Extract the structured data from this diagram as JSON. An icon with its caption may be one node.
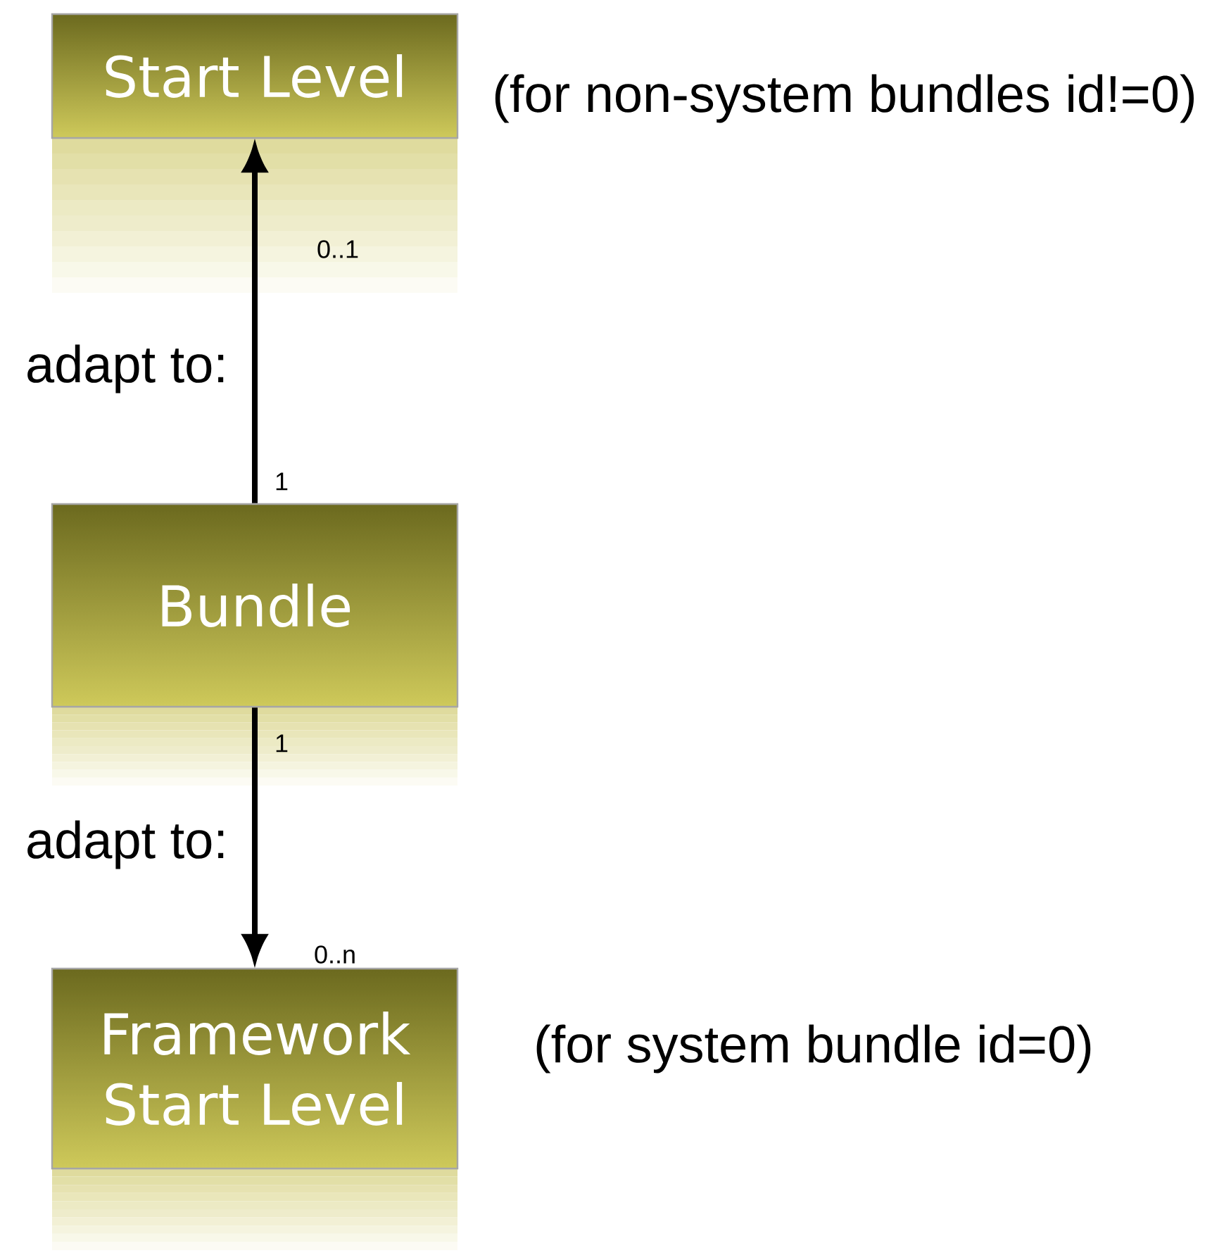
{
  "diagram": {
    "nodes": [
      {
        "text": [
          "Start Level"
        ],
        "beside": [
          "(for non-system bundles id!=0)"
        ]
      },
      {
        "text": [
          "Bundle"
        ]
      },
      {
        "text": [
          "Framework Start Level"
        ],
        "beside": [
          "(for system bundle id=0)"
        ]
      }
    ],
    "edges": [
      {
        "from": 1,
        "to": 0,
        "arrow": "to",
        "label": "adapt to:"
      },
      {
        "from": 1,
        "to": 2,
        "arrow": "to",
        "label": "adapt to:"
      }
    ],
    "labels": [
      "0..1",
      "1",
      "1",
      "0..n"
    ]
  }
}
